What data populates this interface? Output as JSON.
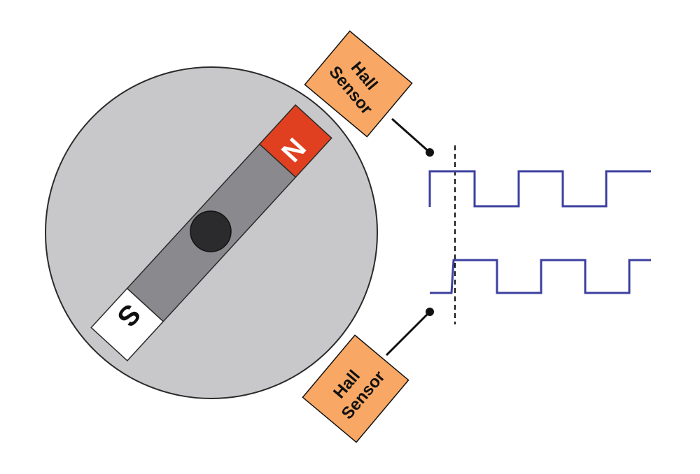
{
  "colors": {
    "rotor_fill": "#c8c8ca",
    "rotor_stroke": "#2a2a2a",
    "magnet_body": "#8a898d",
    "north_pole": "#e0401f",
    "south_pole": "#ffffff",
    "shaft": "#2b2b2d",
    "sensor_fill": "#f8a864",
    "waveform": "#3c3fa0"
  },
  "magnet": {
    "north_label": "N",
    "south_label": "S",
    "north_text_color": "#ffffff",
    "south_text_color": "#111111"
  },
  "sensors": {
    "top": {
      "line1": "Hall",
      "line2": "Sensor"
    },
    "bottom": {
      "line1": "Hall",
      "line2": "Sensor"
    }
  }
}
